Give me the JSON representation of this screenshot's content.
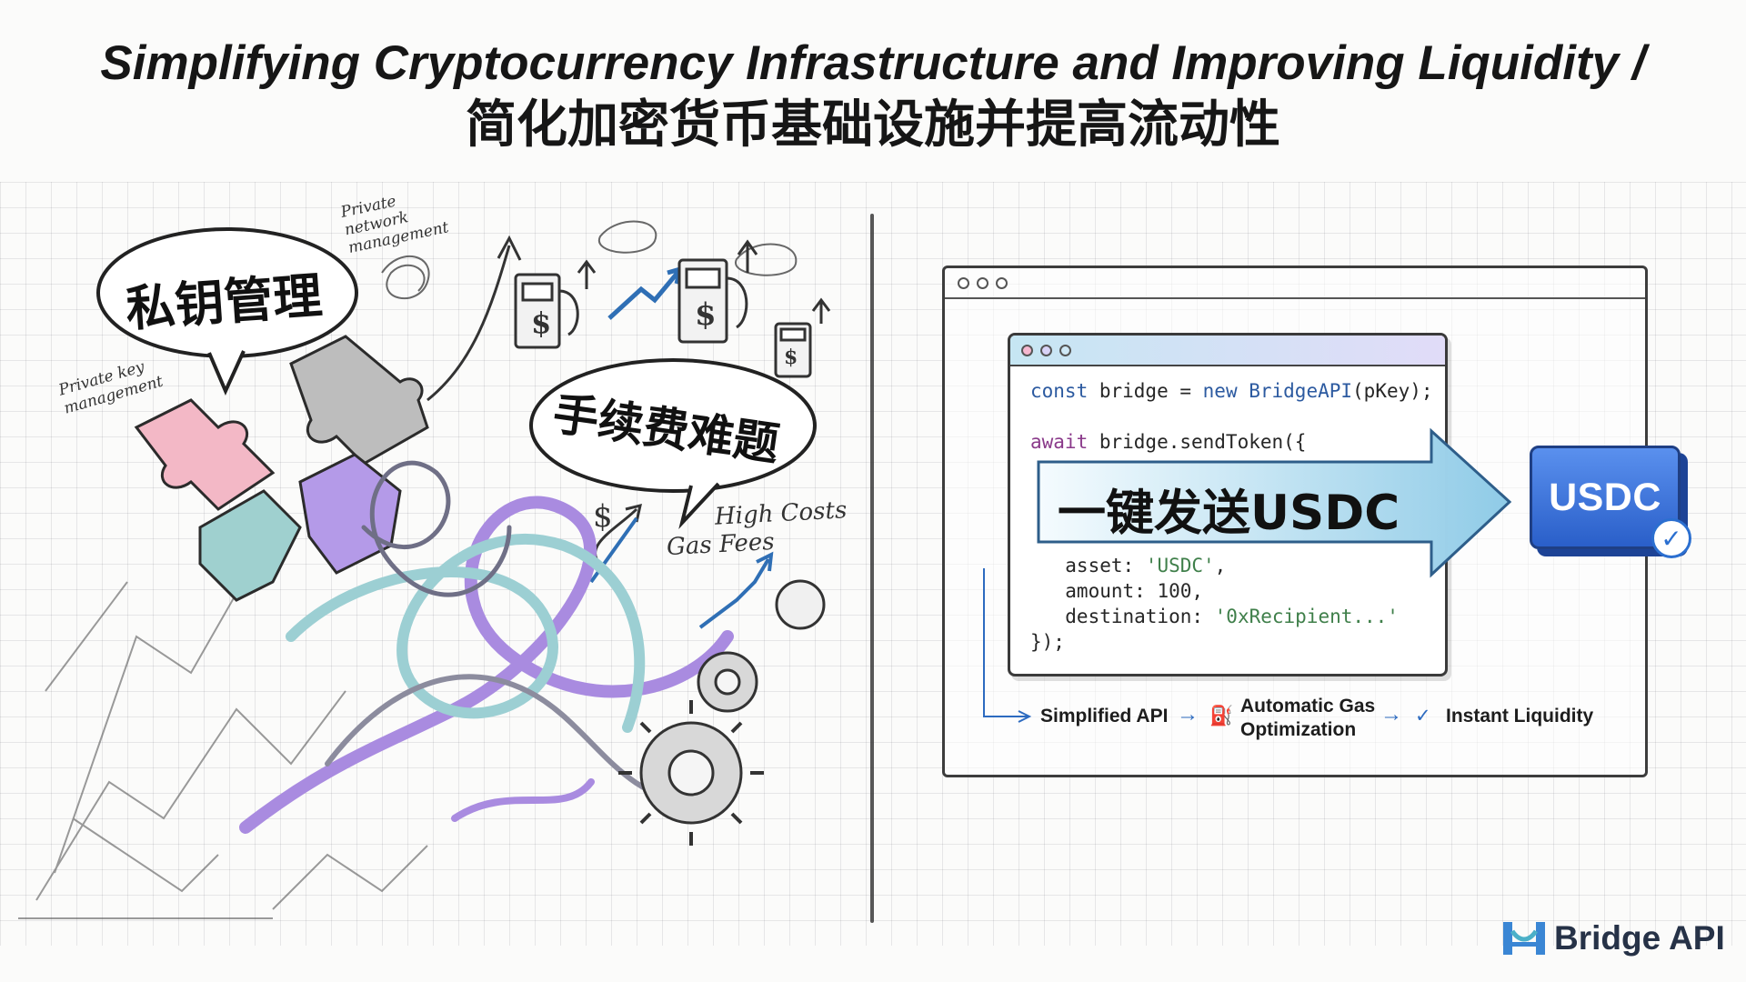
{
  "title": "Simplifying Cryptocurrency Infrastructure and Improving Liquidity /",
  "subtitle": "简化加密货币基础设施并提高流动性",
  "left_panel": {
    "bubble_private_key": "私钥管理",
    "bubble_fees": "手续费难题",
    "note_private_network": [
      "Private",
      "network",
      "management"
    ],
    "note_private_key": [
      "Private key",
      "management"
    ],
    "note_high_costs": "High Costs",
    "note_gas_fees": "Gas Fees",
    "pump_symbol": "$"
  },
  "code_window": {
    "line1": {
      "kw1": "const",
      "mid": " bridge = ",
      "kw2": "new",
      "cls": " BridgeAPI",
      "rest": "(pKey);"
    },
    "line2": {
      "kw": "await",
      "rest": " bridge.sendToken({"
    },
    "line3": {
      "key": "  asset: ",
      "val": "'USDC'",
      "end": ","
    },
    "line4": {
      "key": "  amount: ",
      "val": "100",
      "end": ","
    },
    "line5": {
      "key": "  destination: ",
      "val": "'0xRecipient...'"
    },
    "line6": "});"
  },
  "arrow_label": "一键发送USDC",
  "token": {
    "label": "USDC",
    "check": "✓"
  },
  "flow": {
    "step1": "Simplified API",
    "step2_line1": "Automatic Gas",
    "step2_line2": "Optimization",
    "step3": "Instant Liquidity",
    "arrow": "→"
  },
  "brand": "Bridge API",
  "colors": {
    "accent_blue": "#2a5fc9",
    "puzzle_pink": "#f3b8c6",
    "puzzle_purple": "#b49ae8",
    "puzzle_teal": "#9fd0cf",
    "strand_purple": "#a98be0",
    "strand_teal": "#9ccfd3"
  }
}
